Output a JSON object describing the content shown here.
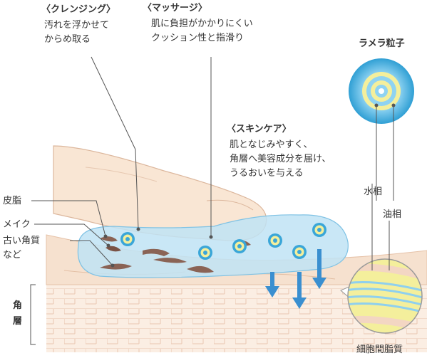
{
  "cleansing": {
    "title": "〈クレンジング〉",
    "lines": [
      "汚れを浮かせて",
      "からめ取る"
    ]
  },
  "massage": {
    "title": "〈マッサージ〉",
    "lines": [
      "肌に負担がかかりにくい",
      "クッション性と指滑り"
    ]
  },
  "skincare": {
    "title": "〈スキンケア〉",
    "lines": [
      "肌となじみやすく、",
      "角層へ美容成分を届け、",
      "うるおいを与える"
    ]
  },
  "lamellar": {
    "title": "ラメラ粒子",
    "water_phase": "水相",
    "oil_phase": "油相"
  },
  "left_labels": {
    "sebum": "皮脂",
    "makeup": "メイク",
    "old_keratin_line1": "古い角質",
    "old_keratin_line2": "など"
  },
  "stratum_corneum": [
    "角",
    "層"
  ],
  "intercellular_lipid": "細胞間脂質",
  "colors": {
    "gel": "#bfe3f4",
    "particle_ring": "#3aa6d8",
    "arrow": "#3a8fd0",
    "skin": "#f6e3d2",
    "finger": "#f8e7d5",
    "dirt": "#8a6355",
    "yellow": "#f4ef9c"
  }
}
